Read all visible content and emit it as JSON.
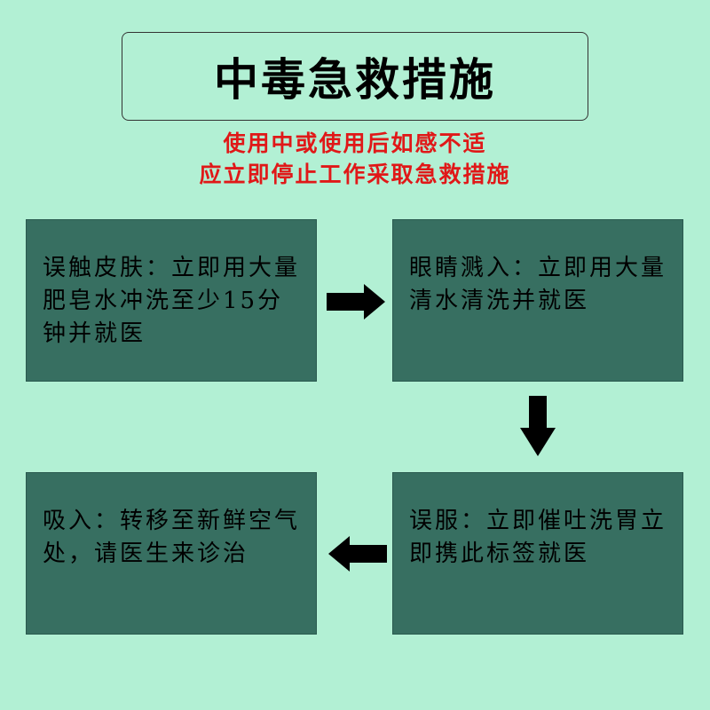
{
  "title": "中毒急救措施",
  "warning": {
    "line1": "使用中或使用后如感不适",
    "line2": "应立即停止工作采取急救措施"
  },
  "steps": [
    {
      "label": "误触皮肤：",
      "text": "立即用大量肥皂水冲洗至少15分钟并就医"
    },
    {
      "label": "眼睛溅入：",
      "text": "立即用大量清水清洗并就医"
    },
    {
      "label": "误服：",
      "text": "立即催吐洗胃立即携此标签就医"
    },
    {
      "label": "吸入：",
      "text": "转移至新鲜空气处，请医生来诊治"
    }
  ],
  "colors": {
    "background": "#b2f0d4",
    "box": "#376f61",
    "warning_text": "#e01818",
    "arrow": "#000000"
  },
  "icons": {
    "arrow_1": "arrow-right-icon",
    "arrow_2": "arrow-down-icon",
    "arrow_3": "arrow-left-icon"
  }
}
